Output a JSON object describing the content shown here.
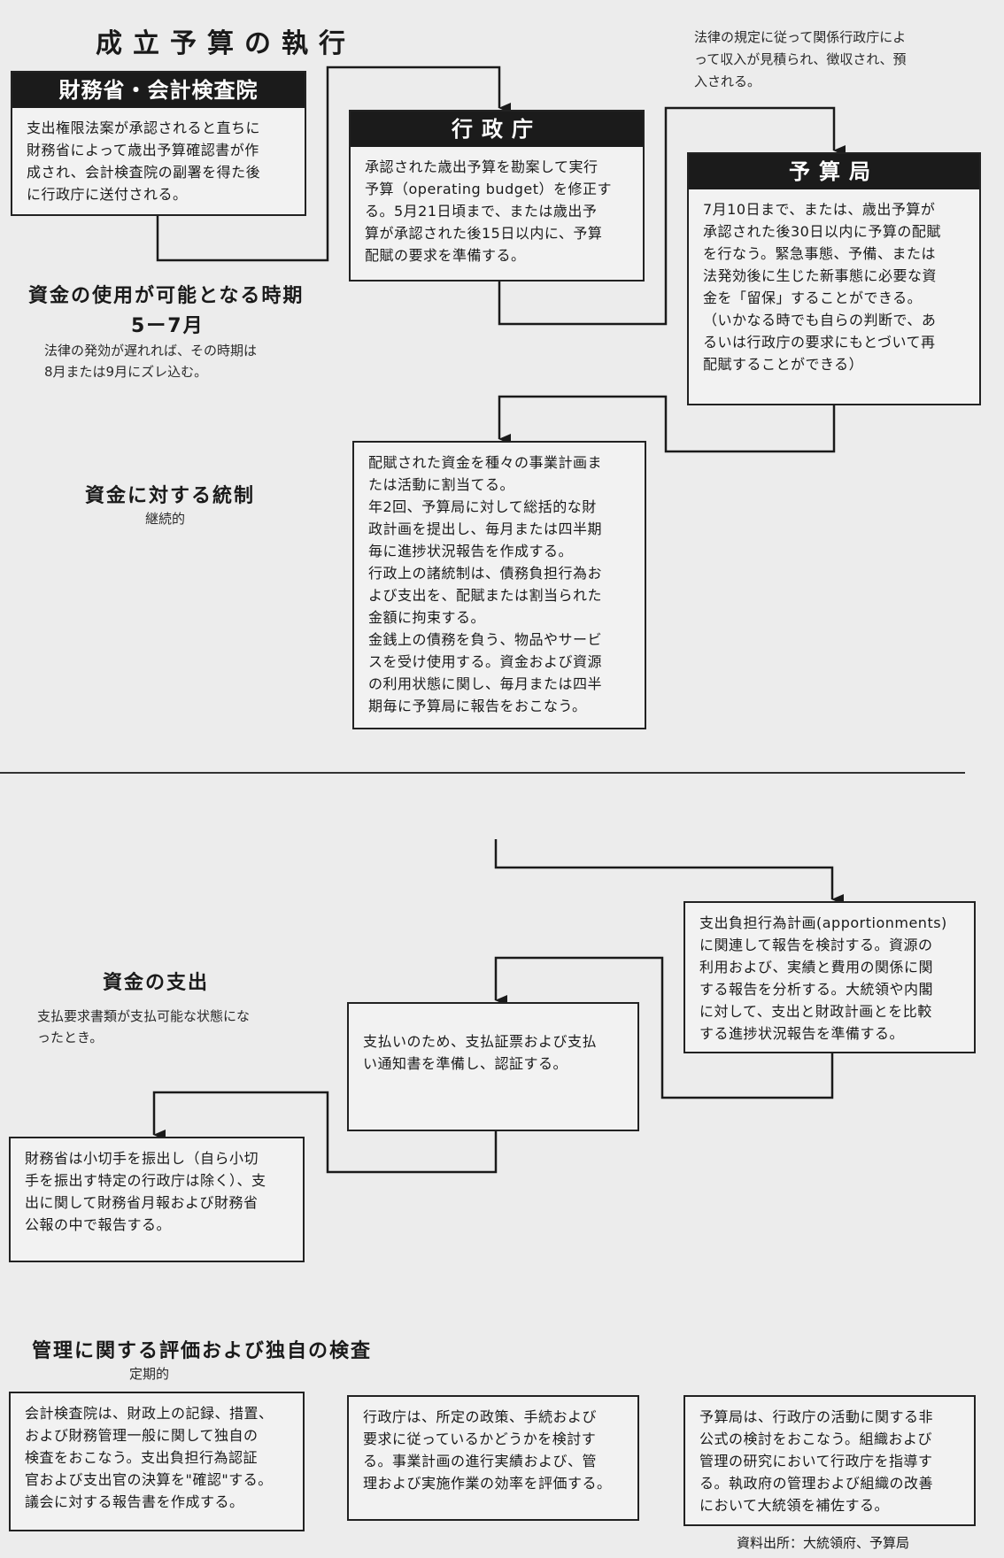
{
  "title": "成立予算の執行",
  "note_top_right": "法律の規定に従って関係行政庁によ\nって収入が見積られ、徴収され、預\n入される。",
  "boxes": {
    "zaimusho": {
      "header": "財務省・会計検査院",
      "body": "支出権限法案が承認されると直ちに\n財務省によって歳出予算確認書が作\n成され、会計検査院の副署を得た後\nに行政庁に送付される。"
    },
    "gyoseicho": {
      "header": "行政庁",
      "body": "承認された歳出予算を勘案して実行\n予算（operating budget）を修正す\nる。5月21日頃まで、または歳出予\n算が承認された後15日以内に、予算\n配賦の要求を準備する。"
    },
    "yosankyoku": {
      "header": "予算局",
      "body": "7月10日まで、または、歳出予算が\n承認された後30日以内に予算の配賦\nを行なう。緊急事態、予備、または\n法発効後に生じた新事態に必要な資\n金を「留保」することができる。\n（いかなる時でも自らの判断で、あ\nるいは行政庁の要求にもとづいて再\n配賦することができる）"
    },
    "haifu": {
      "body": "配賦された資金を種々の事業計画ま\nたは活動に割当てる。\n年2回、予算局に対して総括的な財\n政計画を提出し、毎月または四半期\n毎に進捗状況報告を作成する。\n行政上の諸統制は、債務負担行為お\nよび支出を、配賦または割当られた\n金額に拘束する。\n金銭上の債務を負う、物品やサービ\nスを受け使用する。資金および資源\nの利用状態に関し、毎月または四半\n期毎に予算局に報告をおこなう。"
    },
    "apportion": {
      "body": "支出負担行為計画(apportionments)\nに関連して報告を検討する。資源の\n利用および、実績と費用の関係に関\nする報告を分析する。大統領や内閣\nに対して、支出と財政計画とを比較\nする進捗状況報告を準備する。"
    },
    "shiharai": {
      "body": "支払いのため、支払証票および支払\nい通知書を準備し、認証する。"
    },
    "kogitte": {
      "body": "財務省は小切手を振出し（自ら小切\n手を振出す特定の行政庁は除く）、支\n出に関して財務省月報および財務省\n公報の中で報告する。"
    },
    "audit1": {
      "body": "会計検査院は、財政上の記録、措置、\nおよび財務管理一般に関して独自の\n検査をおこなう。支出負担行為認証\n官および支出官の決算を\"確認\"する。\n議会に対する報告書を作成する。"
    },
    "audit2": {
      "body": "行政庁は、所定の政策、手続および\n要求に従っているかどうかを検討す\nる。事業計画の進行実績および、管\n理および実施作業の効率を評価する。"
    },
    "audit3": {
      "body": "予算局は、行政庁の活動に関する非\n公式の検討をおこなう。組織および\n管理の研究において行政庁を指導す\nる。執政府の管理および組織の改善\nにおいて大統領を補佐する。"
    }
  },
  "stages": {
    "s1": {
      "heading": "資金の使用が可能となる時期",
      "period": "5ー7月",
      "note": "法律の発効が遅れれば、その時期は\n8月または9月にズレ込む。"
    },
    "s2": {
      "heading": "資金に対する統制",
      "note": "継続的"
    },
    "s3": {
      "heading": "資金の支出",
      "note": "支払要求書類が支払可能な状態にな\nったとき。"
    },
    "s4": {
      "heading": "管理に関する評価および独自の検査",
      "note": "定期的"
    }
  },
  "source": "資料出所：大統領府、予算局"
}
